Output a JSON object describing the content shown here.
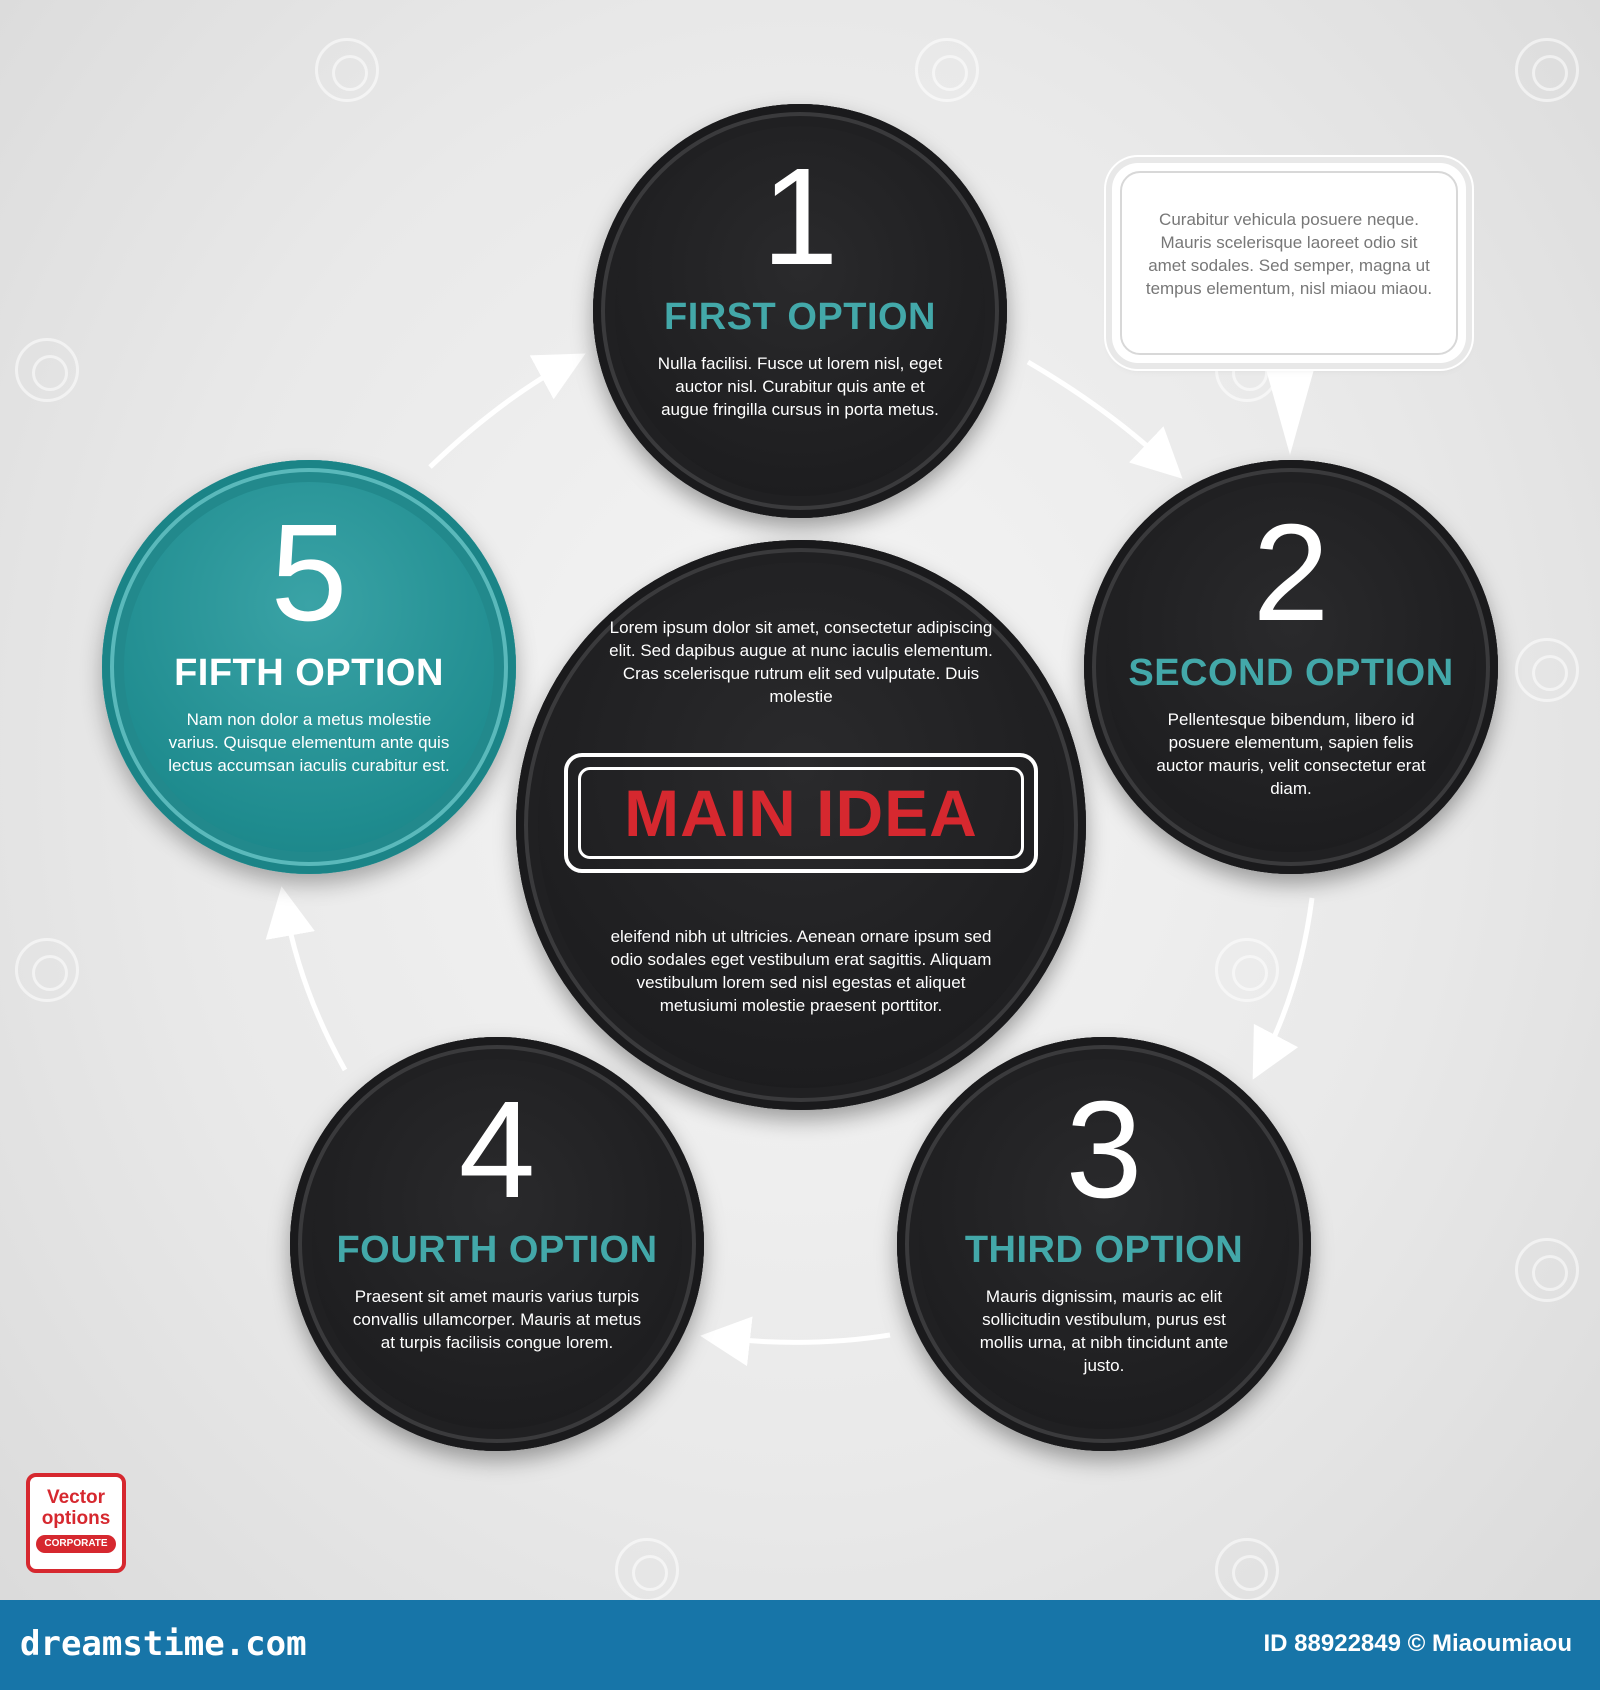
{
  "center": {
    "text_top": "Lorem ipsum dolor sit amet, consectetur adipiscing elit. Sed dapibus augue at nunc iaculis elementum. Cras scelerisque rutrum elit sed vulputate. Duis molestie",
    "label": "MAIN IDEA",
    "text_bottom": "eleifend nibh ut ultricies. Aenean ornare ipsum sed odio sodales eget vestibulum erat sagittis. Aliquam vestibulum lorem sed nisl egestas et aliquet metusiumi molestie praesent porttitor."
  },
  "options": [
    {
      "number": "1",
      "title": "FIRST OPTION",
      "text": "Nulla facilisi. Fusce ut lorem nisl, eget auctor nisl. Curabitur quis ante et augue fringilla cursus in porta metus."
    },
    {
      "number": "2",
      "title": "SECOND OPTION",
      "text": "Pellentesque bibendum, libero id posuere elementum, sapien felis auctor mauris, velit consectetur erat diam."
    },
    {
      "number": "3",
      "title": "THIRD OPTION",
      "text": "Mauris dignissim, mauris ac elit sollicitudin vestibulum, purus est mollis urna, at nibh tincidunt ante justo."
    },
    {
      "number": "4",
      "title": "FOURTH OPTION",
      "text": "Praesent sit amet mauris varius turpis convallis ullamcorper. Mauris at metus at turpis facilisis congue lorem."
    },
    {
      "number": "5",
      "title": "FIFTH OPTION",
      "text": "Nam non dolor a metus molestie varius. Quisque elementum ante quis lectus accumsan iaculis curabitur est."
    }
  ],
  "callout": {
    "text": "Curabitur vehicula posuere neque. Mauris scelerisque laoreet odio sit amet sodales. Sed semper, magna ut tempus elementum, nisl miaou miaou."
  },
  "badge": {
    "line1": "Vector",
    "line2": "options",
    "tag": "CORPORATE"
  },
  "footer": {
    "site": "dreamstime.com",
    "credit": "ID 88922849 © Miaoumiaou"
  },
  "colors": {
    "accent_teal": "#43a8a9",
    "highlight_red": "#d6282f",
    "circle_dark": "#1d1d1f",
    "footer_blue": "#1775a8"
  }
}
